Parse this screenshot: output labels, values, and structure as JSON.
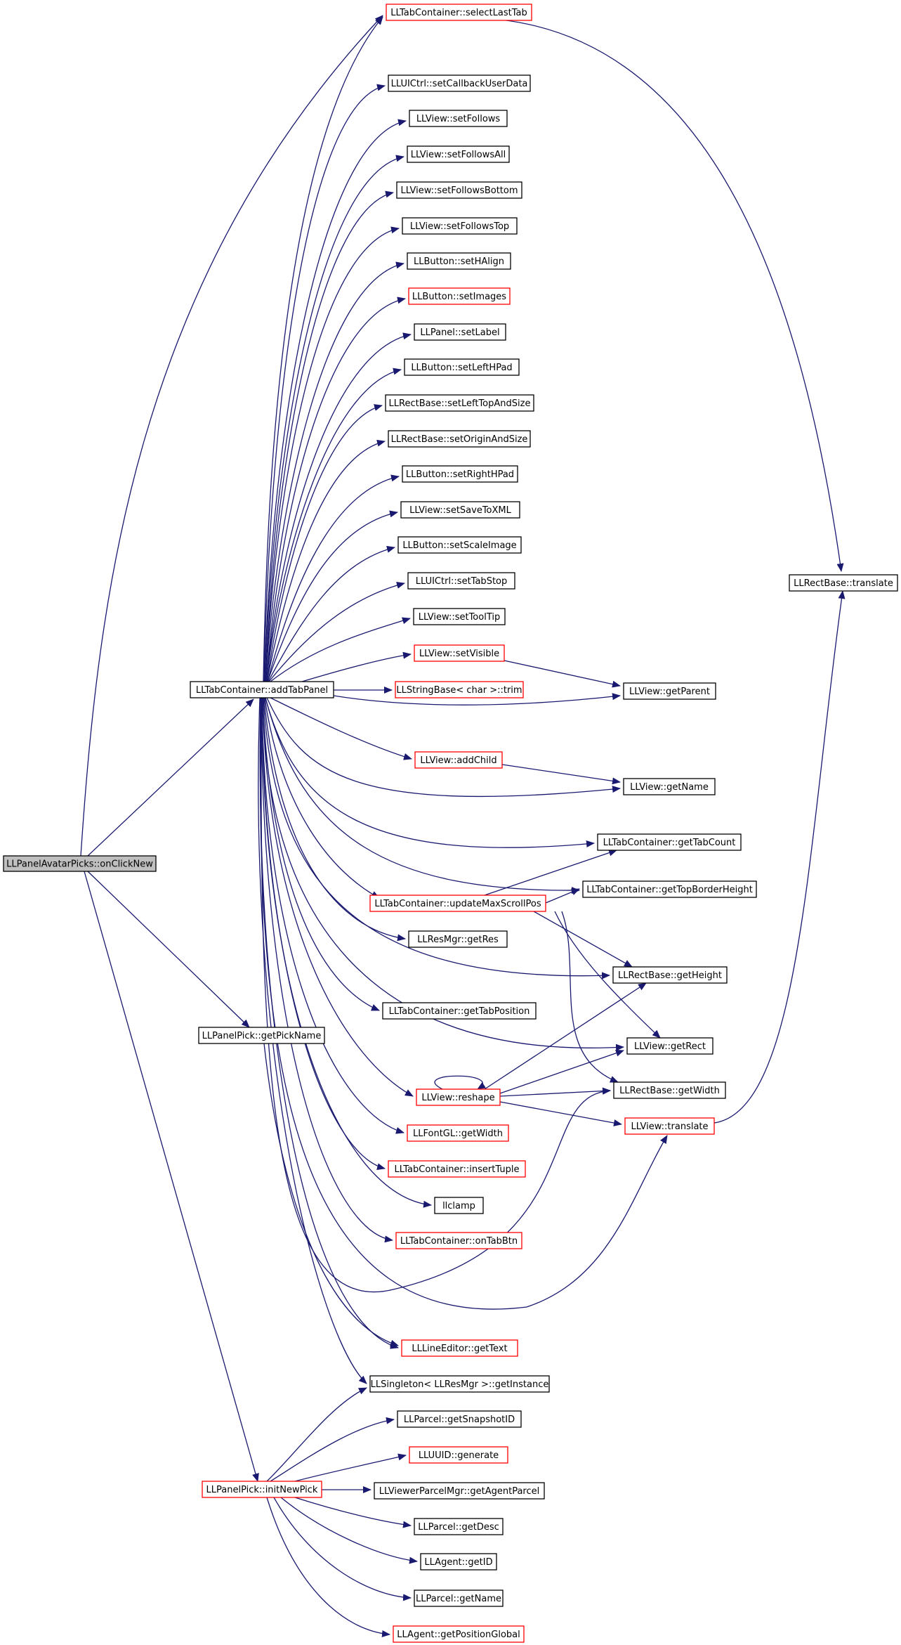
{
  "colors": {
    "edge": "#191970",
    "normal_border": "#000000",
    "red_border": "#ff0000",
    "root_fill": "#bfbfbf",
    "node_fill": "#ffffff"
  },
  "nodes": [
    {
      "id": "root",
      "label": "LLPanelAvatarPicks::onClickNew",
      "style": "root"
    },
    {
      "id": "addTabPanel",
      "label": "LLTabContainer::addTabPanel",
      "style": "normal"
    },
    {
      "id": "getPickName",
      "label": "LLPanelPick::getPickName",
      "style": "normal"
    },
    {
      "id": "initNewPick",
      "label": "LLPanelPick::initNewPick",
      "style": "red"
    },
    {
      "id": "selectLastTab",
      "label": "LLTabContainer::selectLastTab",
      "style": "red"
    },
    {
      "id": "setCallbackUserData",
      "label": "LLUICtrl::setCallbackUserData",
      "style": "normal"
    },
    {
      "id": "setFollows",
      "label": "LLView::setFollows",
      "style": "normal"
    },
    {
      "id": "setFollowsAll",
      "label": "LLView::setFollowsAll",
      "style": "normal"
    },
    {
      "id": "setFollowsBottom",
      "label": "LLView::setFollowsBottom",
      "style": "normal"
    },
    {
      "id": "setFollowsTop",
      "label": "LLView::setFollowsTop",
      "style": "normal"
    },
    {
      "id": "setHAlign",
      "label": "LLButton::setHAlign",
      "style": "normal"
    },
    {
      "id": "setImages",
      "label": "LLButton::setImages",
      "style": "red"
    },
    {
      "id": "setLabel",
      "label": "LLPanel::setLabel",
      "style": "normal"
    },
    {
      "id": "setLeftHPad",
      "label": "LLButton::setLeftHPad",
      "style": "normal"
    },
    {
      "id": "setLeftTopAndSize",
      "label": "LLRectBase::setLeftTopAndSize",
      "style": "normal"
    },
    {
      "id": "setOriginAndSize",
      "label": "LLRectBase::setOriginAndSize",
      "style": "normal"
    },
    {
      "id": "setRightHPad",
      "label": "LLButton::setRightHPad",
      "style": "normal"
    },
    {
      "id": "setSaveToXML",
      "label": "LLView::setSaveToXML",
      "style": "normal"
    },
    {
      "id": "setScaleImage",
      "label": "LLButton::setScaleImage",
      "style": "normal"
    },
    {
      "id": "setTabStop",
      "label": "LLUICtrl::setTabStop",
      "style": "normal"
    },
    {
      "id": "setToolTip",
      "label": "LLView::setToolTip",
      "style": "normal"
    },
    {
      "id": "setVisible",
      "label": "LLView::setVisible",
      "style": "red"
    },
    {
      "id": "trim",
      "label": "LLStringBase< char >::trim",
      "style": "red"
    },
    {
      "id": "addChild",
      "label": "LLView::addChild",
      "style": "red"
    },
    {
      "id": "updateMaxScrollPos",
      "label": "LLTabContainer::updateMaxScrollPos",
      "style": "red"
    },
    {
      "id": "getRes",
      "label": "LLResMgr::getRes",
      "style": "normal"
    },
    {
      "id": "getTabPosition",
      "label": "LLTabContainer::getTabPosition",
      "style": "normal"
    },
    {
      "id": "reshape",
      "label": "LLView::reshape",
      "style": "red"
    },
    {
      "id": "fontGetWidth",
      "label": "LLFontGL::getWidth",
      "style": "red"
    },
    {
      "id": "insertTuple",
      "label": "LLTabContainer::insertTuple",
      "style": "red"
    },
    {
      "id": "llclamp",
      "label": "llclamp",
      "style": "normal"
    },
    {
      "id": "onTabBtn",
      "label": "LLTabContainer::onTabBtn",
      "style": "red"
    },
    {
      "id": "getText",
      "label": "LLLineEditor::getText",
      "style": "red"
    },
    {
      "id": "getInstance",
      "label": "LLSingleton< LLResMgr >::getInstance",
      "style": "normal"
    },
    {
      "id": "getSnapshotID",
      "label": "LLParcel::getSnapshotID",
      "style": "normal"
    },
    {
      "id": "generate",
      "label": "LLUUID::generate",
      "style": "red"
    },
    {
      "id": "getAgentParcel",
      "label": "LLViewerParcelMgr::getAgentParcel",
      "style": "normal"
    },
    {
      "id": "getDesc",
      "label": "LLParcel::getDesc",
      "style": "normal"
    },
    {
      "id": "getID",
      "label": "LLAgent::getID",
      "style": "normal"
    },
    {
      "id": "parcelGetName",
      "label": "LLParcel::getName",
      "style": "normal"
    },
    {
      "id": "getPositionGlobal",
      "label": "LLAgent::getPositionGlobal",
      "style": "red"
    },
    {
      "id": "rectTranslate",
      "label": "LLRectBase::translate",
      "style": "normal"
    },
    {
      "id": "getParent",
      "label": "LLView::getParent",
      "style": "normal"
    },
    {
      "id": "viewGetName",
      "label": "LLView::getName",
      "style": "normal"
    },
    {
      "id": "getTabCount",
      "label": "LLTabContainer::getTabCount",
      "style": "normal"
    },
    {
      "id": "getTopBorderHeight",
      "label": "LLTabContainer::getTopBorderHeight",
      "style": "normal"
    },
    {
      "id": "getHeight",
      "label": "LLRectBase::getHeight",
      "style": "normal"
    },
    {
      "id": "getRect",
      "label": "LLView::getRect",
      "style": "normal"
    },
    {
      "id": "rectGetWidth",
      "label": "LLRectBase::getWidth",
      "style": "normal"
    },
    {
      "id": "viewTranslate",
      "label": "LLView::translate",
      "style": "red"
    }
  ]
}
